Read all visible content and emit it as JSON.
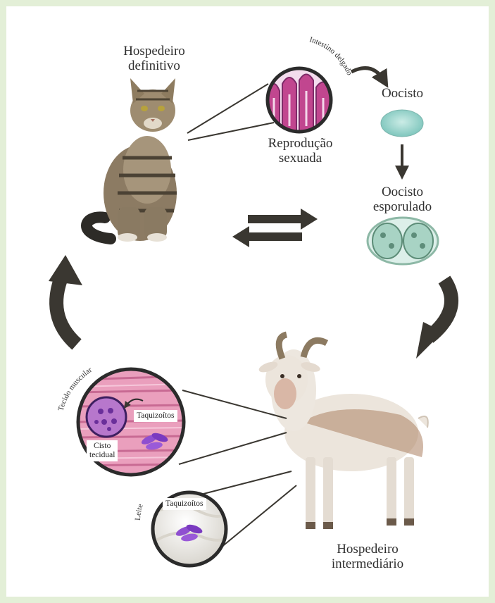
{
  "labels": {
    "definitive_host": [
      "Hospedeiro",
      "definitivo"
    ],
    "small_intestine": "Intestino delgado",
    "sexual_reproduction": [
      "Reprodução",
      "sexuada"
    ],
    "oocyst": "Oocisto",
    "sporulated_oocyst": [
      "Oocisto",
      "esporulado"
    ],
    "muscle_tissue": "Tecido muscular",
    "tachyzoites_muscle": "Taquizoítos",
    "tissue_cyst": [
      "Cisto",
      "tecidual"
    ],
    "milk": "Leite",
    "tachyzoites_milk": "Taquizoítos",
    "intermediate_host": [
      "Hospedeiro",
      "intermediário"
    ]
  },
  "colors": {
    "page_border": "#e3efd7",
    "arrow": "#3a3731",
    "muscle": "#e58fb0",
    "cyst": "#7a3aa8",
    "tachyzoite": "#8f4fd0",
    "oocyst": "#9ed6cf",
    "villi": "#c1468f"
  },
  "icons": [
    "cat-illustration",
    "goat-illustration",
    "intestine-micrograph",
    "oocyst-micrograph",
    "sporulated-oocyst-micrograph",
    "muscle-micrograph",
    "milk-micrograph"
  ]
}
